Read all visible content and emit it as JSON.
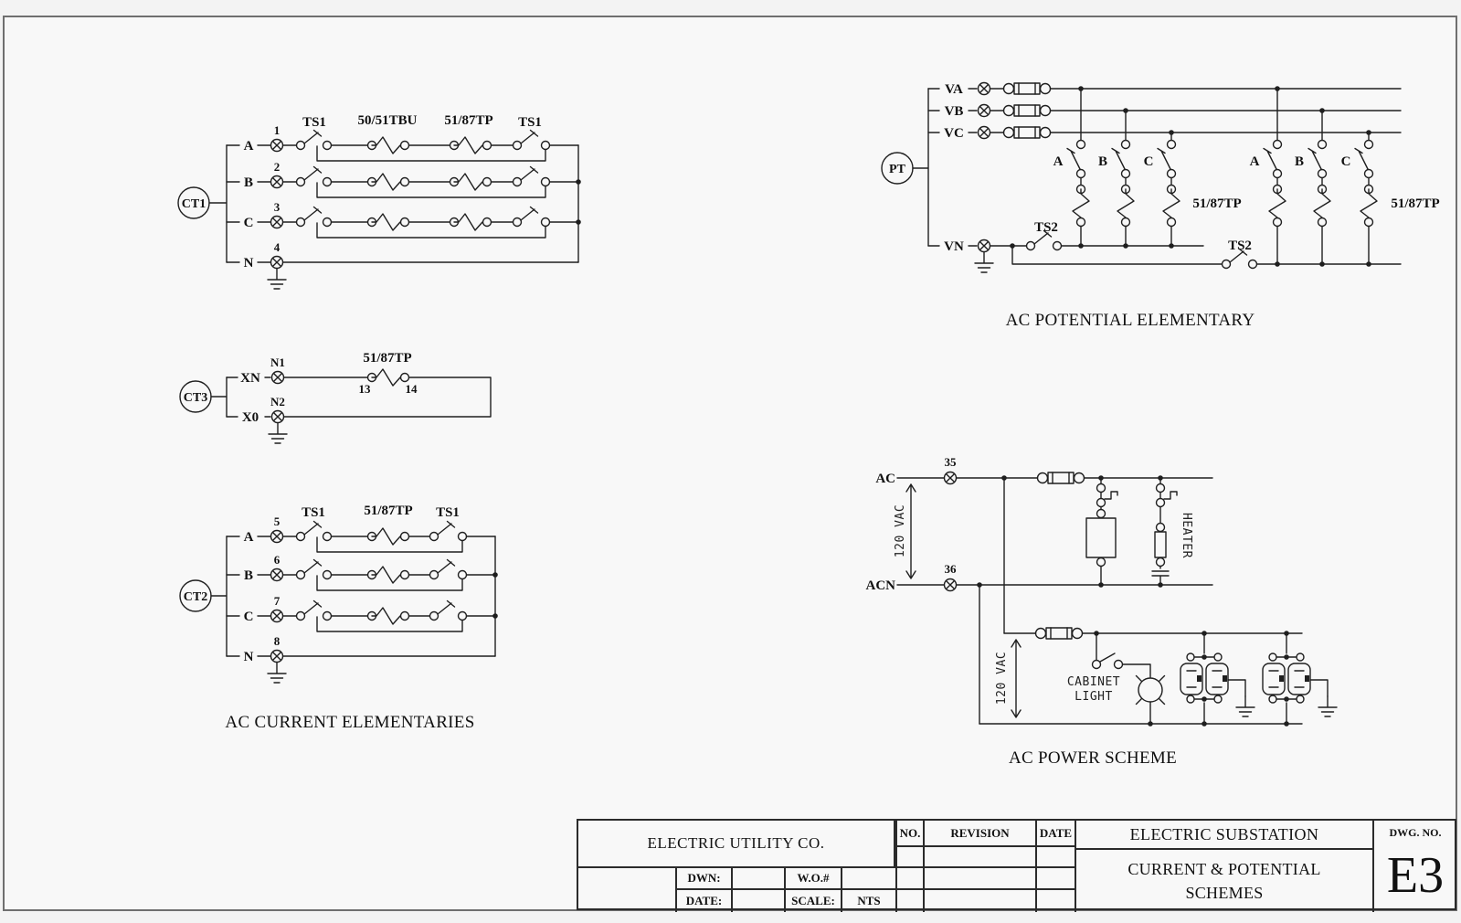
{
  "drawing": {
    "ct1": {
      "device": "CT1",
      "phase_a": "A",
      "phase_b": "B",
      "phase_c": "C",
      "phase_n": "N",
      "t1": "1",
      "t2": "2",
      "t3": "3",
      "t4": "4",
      "ts1_left": "TS1",
      "relay1": "50/51TBU",
      "relay2": "51/87TP",
      "ts1_right": "TS1"
    },
    "ct3": {
      "device": "CT3",
      "row_xn": "XN",
      "row_x0": "X0",
      "n1": "N1",
      "n2": "N2",
      "relay": "51/87TP",
      "c13": "13",
      "c14": "14"
    },
    "ct2": {
      "device": "CT2",
      "phase_a": "A",
      "phase_b": "B",
      "phase_c": "C",
      "phase_n": "N",
      "t5": "5",
      "t6": "6",
      "t7": "7",
      "t8": "8",
      "ts1_left": "TS1",
      "relay": "51/87TP",
      "ts1_right": "TS1"
    },
    "current_title": "AC CURRENT ELEMENTARIES",
    "pt": {
      "device": "PT",
      "va": "VA",
      "vb": "VB",
      "vc": "VC",
      "vn": "VN",
      "g1a": "A",
      "g1b": "B",
      "g1c": "C",
      "g2a": "A",
      "g2b": "B",
      "g2c": "C",
      "relay1": "51/87TP",
      "relay2": "51/87TP",
      "ts2_1": "TS2",
      "ts2_2": "TS2",
      "title": "AC POTENTIAL ELEMENTARY"
    },
    "power": {
      "ac": "AC",
      "acn": "ACN",
      "t35": "35",
      "t36": "36",
      "vac_left": "120 VAC",
      "vac_lower": "120 VAC",
      "heater": "HEATER",
      "cab1": "CABINET",
      "cab2": "LIGHT",
      "title": "AC POWER SCHEME"
    }
  },
  "titleblock": {
    "company": "ELECTRIC UTILITY CO.",
    "no": "NO.",
    "revision": "REVISION",
    "date_col": "DATE",
    "dwn": "DWN:",
    "date": "DATE:",
    "wo": "W.O.#",
    "scale": "SCALE:",
    "nts": "NTS",
    "project": "ELECTRIC SUBSTATION",
    "sheet_line1": "CURRENT & POTENTIAL",
    "sheet_line2": "SCHEMES",
    "dwg_label": "DWG. NO.",
    "dwg_no": "E3"
  }
}
